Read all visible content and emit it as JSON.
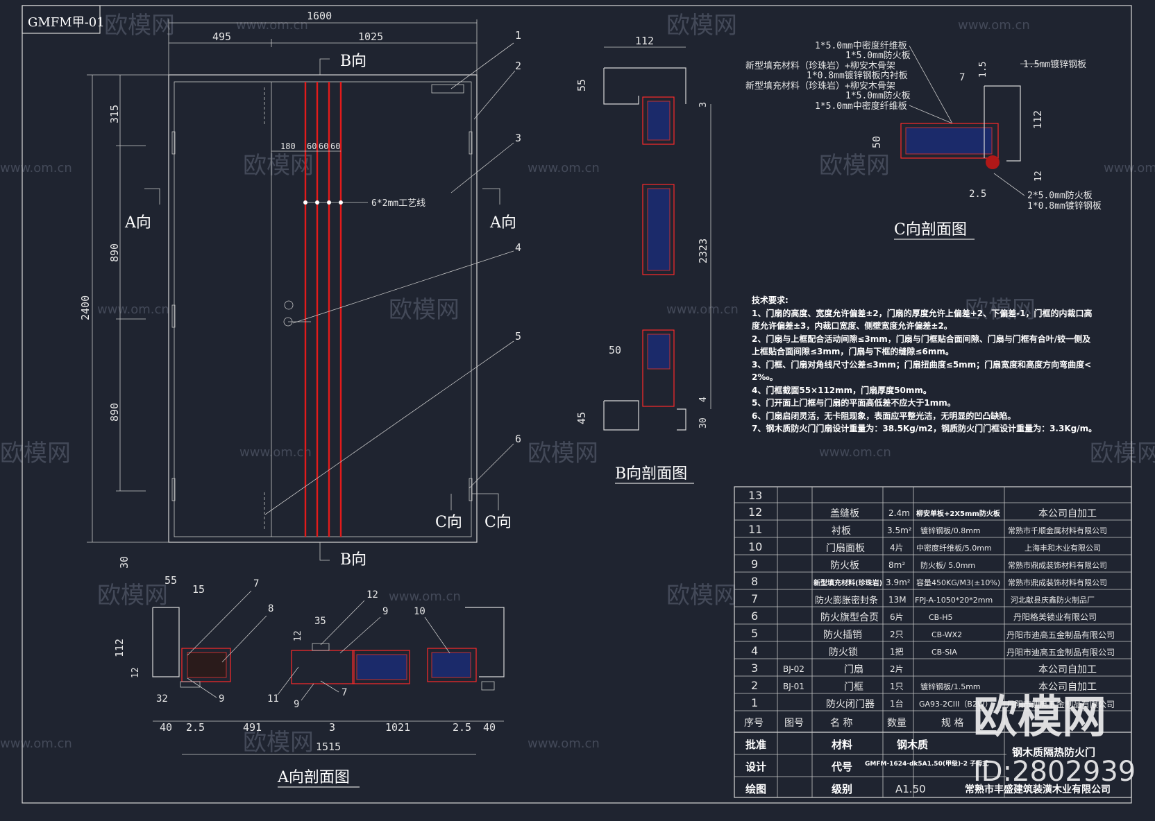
{
  "drawing": {
    "code_box": "GMFM甲-01",
    "section_a": "A向剖面图",
    "section_b": "B向剖面图",
    "section_c": "C向剖面图",
    "dir_a": "A向",
    "dir_b": "B向",
    "dir_c": "C向",
    "process_line": "6*2mm工艺线"
  },
  "dims": {
    "w_total": "1600",
    "w_left": "495",
    "w_right": "1025",
    "h_total": "2400",
    "h_top": "315",
    "h_mid": "890",
    "h_low": "890",
    "h_bottom": "30",
    "stripe_180": "180",
    "stripe_60a": "60",
    "stripe_60b": "60",
    "stripe_60c": "60",
    "b_112": "112",
    "b_55": "55",
    "b_3": "3",
    "b_2323": "2323",
    "b_50": "50",
    "b_45": "45",
    "b_4": "4",
    "b_30": "30",
    "c_15": "1.5",
    "c_112": "112",
    "c_50": "50",
    "c_12": "12",
    "c_25": "2.5",
    "a_55": "55",
    "a_15": "15",
    "a_112": "112",
    "a_12": "12",
    "a_32": "32",
    "a_35": "35",
    "a_12b": "12",
    "bot_40a": "40",
    "bot_25a": "2.5",
    "bot_491": "491",
    "bot_3": "3",
    "bot_1021": "1021",
    "bot_25b": "2.5",
    "bot_40b": "40",
    "bot_1515": "1515"
  },
  "callouts": [
    "1",
    "2",
    "3",
    "4",
    "5",
    "6",
    "7",
    "8",
    "9",
    "10",
    "11",
    "12"
  ],
  "b_layers": [
    "1*5.0mm中密度纤维板",
    "1*5.0mm防火板",
    "新型填充材料（珍珠岩）+柳安木骨架",
    "1*0.8mm镀锌钢板内衬板",
    "新型填充材料（珍珠岩）+柳安木骨架",
    "1*5.0mm防火板",
    "1*5.0mm中密度纤维板"
  ],
  "c_notes": {
    "steel": "1.5mm镀锌钢板",
    "fire": "2*5.0mm防火板",
    "zinc": "1*0.8mm镀锌钢板"
  },
  "tech": {
    "title": "技术要求:",
    "lines": [
      "1、门扇的高度、宽度允许偏差±2，门扇的厚度允许上偏差+2、下偏差-1，门框的内裁口高",
      "度允许偏差±3，内裁口宽度、侧壁宽度允许偏差±2。",
      "2、门扇与上框配合活动间隙≤3mm，门扇与门框贴合面间隙、门扇与门框有合叶/铰一侧及",
      "上框贴合面间隙≤3mm，门扇与下框的缝隙≤6mm。",
      "3、门框、门扇对角线尺寸公差≤3mm；门扇扭曲度≤5mm；门扇宽度和高度方向弯曲度<",
      "2‰。",
      "4、门框截面55×112mm，门扇厚度50mm。",
      "5、门开面上门框与门扇的平面高低差不应大于1mm。",
      "6、门扇启闭灵活，无卡阻现象，表面应平整光洁，无明显的凹凸缺陷。",
      "7、钢木质防火门门扇设计重量为：38.5Kg/m2，钢质防火门门框设计重量为：3.3Kg/m。"
    ]
  },
  "bom": {
    "rows": [
      [
        "13",
        "",
        "",
        "",
        "",
        ""
      ],
      [
        "12",
        "",
        "盖缝板",
        "2.4m",
        "柳安单板+2X5mm防火板",
        "本公司自加工"
      ],
      [
        "11",
        "",
        "衬板",
        "3.5m²",
        "镀锌钢板/0.8mm",
        "常熟市千顺金属材料有限公司"
      ],
      [
        "10",
        "",
        "门扇面板",
        "4片",
        "中密度纤维板/5.0mm",
        "上海丰和木业有限公司"
      ],
      [
        "9",
        "",
        "防火板",
        "8m²",
        "防火板/ 5.0mm",
        "常熟市鼎成装饰材料有限公司"
      ],
      [
        "8",
        "",
        "新型填充材料(珍珠岩)",
        "3.9m²",
        "容量450KG/M3(±10%)",
        "常熟市鼎成装饰材料有限公司"
      ],
      [
        "7",
        "",
        "防火膨胀密封条",
        "13M",
        "FPJ-A-1050*20*2mm",
        "河北献县庆鑫防火制品厂"
      ],
      [
        "6",
        "",
        "防火旗型合页",
        "6片",
        "CB-H5",
        "丹阳格美锁业有限公司"
      ],
      [
        "5",
        "",
        "防火插销",
        "2只",
        "CB-WX2",
        "丹阳市迪高五金制品有限公司"
      ],
      [
        "4",
        "",
        "防火锁",
        "1把",
        "CB-SIA",
        "丹阳市迪高五金制品有限公司"
      ],
      [
        "3",
        "BJ-02",
        "门扇",
        "2片",
        "",
        "本公司自加工"
      ],
      [
        "2",
        "BJ-01",
        "门框",
        "1只",
        "镀锌钢板/1.5mm",
        "本公司自加工"
      ],
      [
        "1",
        "",
        "防火闭门器",
        "1台",
        "GA93-2CIII（B2W）",
        "丹阳市迪高五金制品有限公司"
      ]
    ],
    "header": [
      "序号",
      "图号",
      "名  称",
      "数量",
      "规  格",
      ""
    ],
    "footer": {
      "approve": "批准",
      "material_k": "材料",
      "material_v": "钢木质",
      "design": "设计",
      "code_k": "代号",
      "code_v": "GMFM-1624-dk5A1.50(甲级)-2 子母式",
      "draw": "绘图",
      "level_k": "级别",
      "level_v": "A1.50",
      "product": "钢木质隔热防火门",
      "company": "常熟市丰盛建筑装潢木业有限公司"
    }
  },
  "watermark": {
    "brand": "欧模网",
    "url": "www.om.cn",
    "id": "ID:2802939"
  }
}
